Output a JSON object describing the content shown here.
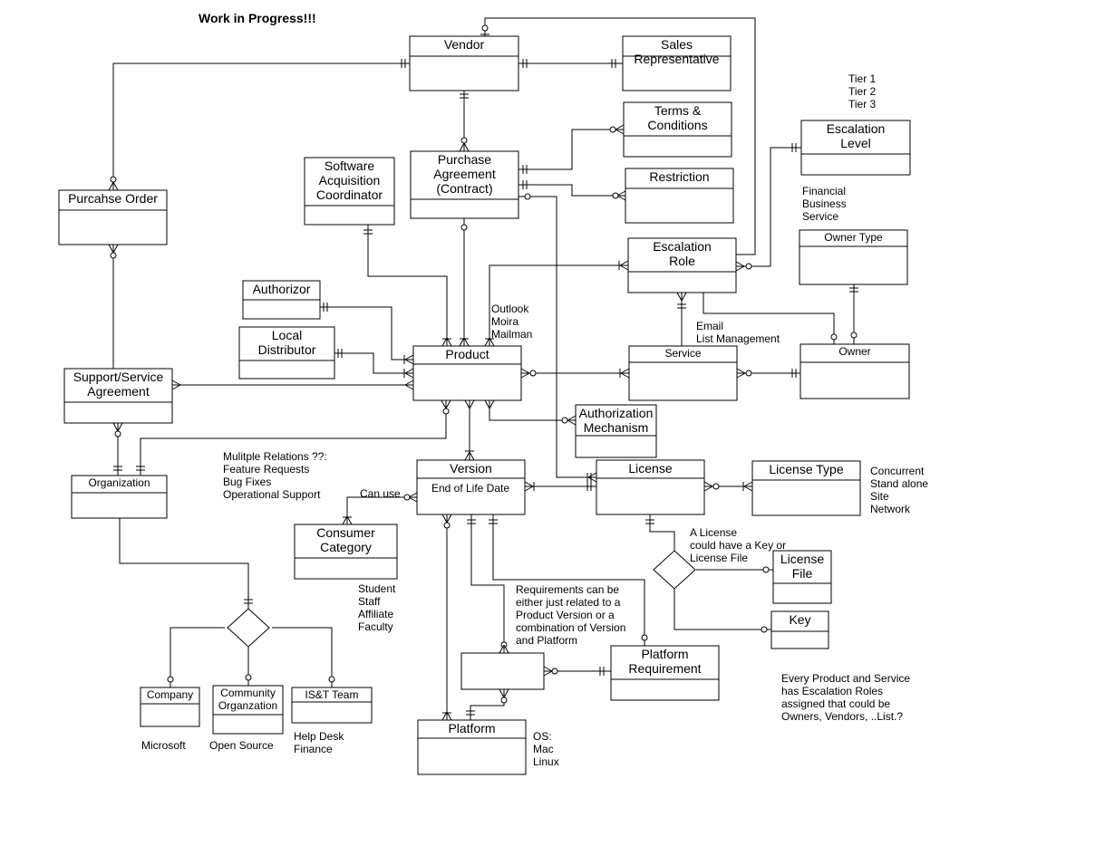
{
  "title": "Work in Progress!!!",
  "entities": {
    "vendor": [
      "Vendor"
    ],
    "sales_rep": [
      "Sales",
      "Representative"
    ],
    "terms": [
      "Terms &",
      "Conditions"
    ],
    "restriction": [
      "Restriction"
    ],
    "escalation_level": [
      "Escalation",
      "Level"
    ],
    "purchase_order": [
      "Purcahse Order"
    ],
    "sw_coordinator": [
      "Software",
      "Acquisition",
      "Coordinator"
    ],
    "purchase_agreement": [
      "Purchase",
      "Agreement",
      "(Contract)"
    ],
    "escalation_role": [
      "Escalation",
      "Role"
    ],
    "owner_type": [
      "Owner Type"
    ],
    "authorizor": [
      "Authorizor"
    ],
    "local_distributor": [
      "Local",
      "Distributor"
    ],
    "product": [
      "Product"
    ],
    "service": [
      "Service"
    ],
    "owner": [
      "Owner"
    ],
    "support_agreement": [
      "Support/Service",
      "Agreement"
    ],
    "auth_mechanism": [
      "Authorization",
      "Mechanism"
    ],
    "organization": [
      "Organization"
    ],
    "version": [
      "Version"
    ],
    "version_attr": "End of Life Date",
    "license": [
      "License"
    ],
    "license_type": [
      "License Type"
    ],
    "consumer_category": [
      "Consumer",
      "Category"
    ],
    "license_file": [
      "License",
      "File"
    ],
    "key": [
      "Key"
    ],
    "platform_requirement": [
      "Platform",
      "Requirement"
    ],
    "company": [
      "Company"
    ],
    "community": [
      "Community",
      "Organzation"
    ],
    "ist_team": [
      "IS&T Team"
    ],
    "platform": [
      "Platform"
    ]
  },
  "relationship_labels": {
    "can_use": "Can use"
  },
  "notes": {
    "tiers": [
      "Tier 1",
      "Tier 2",
      "Tier 3"
    ],
    "escalation_kinds": [
      "Financial",
      "Business",
      "Service"
    ],
    "product_examples": [
      "Outlook",
      "Moira",
      "Mailman"
    ],
    "service_examples": [
      "Email",
      "List Management"
    ],
    "multiple_relations": [
      "Mulitple Relations ??:",
      "Feature Requests",
      "Bug Fixes",
      "Operational Support"
    ],
    "license_types": [
      "Concurrent",
      "Stand alone",
      "Site",
      "Network"
    ],
    "license_key": [
      "A License",
      "could have a Key or",
      "License File"
    ],
    "consumers": [
      "Student",
      "Staff",
      "Affiliate",
      "Faculty"
    ],
    "requirements": [
      "Requirements can be",
      "either just related to a",
      "Product Version or a",
      "combination of Version",
      "and Platform"
    ],
    "escalation_roles": [
      "Every Product and Service",
      "has Escalation Roles",
      "assigned that could be",
      "Owners, Vendors, ..List.?"
    ],
    "os": [
      "OS:",
      "Mac",
      "Linux"
    ],
    "company_example": "Microsoft",
    "community_example": "Open Source",
    "ist_examples": [
      "Help Desk",
      "Finance"
    ]
  }
}
